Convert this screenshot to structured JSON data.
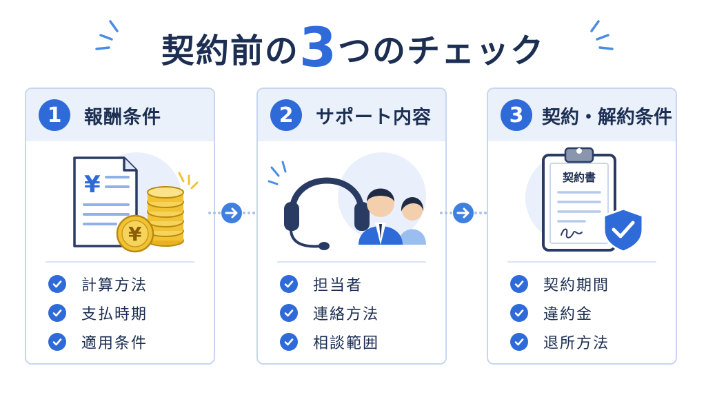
{
  "title": {
    "before": "契約前の",
    "number": "3",
    "after": "つのチェック"
  },
  "cards": [
    {
      "number": "1",
      "label": "報酬条件",
      "icon": "yen-document-coins-icon",
      "items": [
        "計算方法",
        "支払時期",
        "適用条件"
      ]
    },
    {
      "number": "2",
      "label": "サポート内容",
      "icon": "support-headset-people-icon",
      "items": [
        "担当者",
        "連絡方法",
        "相談範囲"
      ]
    },
    {
      "number": "3",
      "label": "契約・解約条件",
      "icon": "contract-clipboard-shield-icon",
      "doc_title": "契約書",
      "items": [
        "契約期間",
        "違約金",
        "退所方法"
      ]
    }
  ],
  "symbols": {
    "yen": "¥"
  },
  "colors": {
    "accent": "#2f6bd8",
    "navy": "#1c2e52",
    "header_bg": "#eaf1fb",
    "border": "#c7d6ee",
    "coin": "#f1c232"
  }
}
